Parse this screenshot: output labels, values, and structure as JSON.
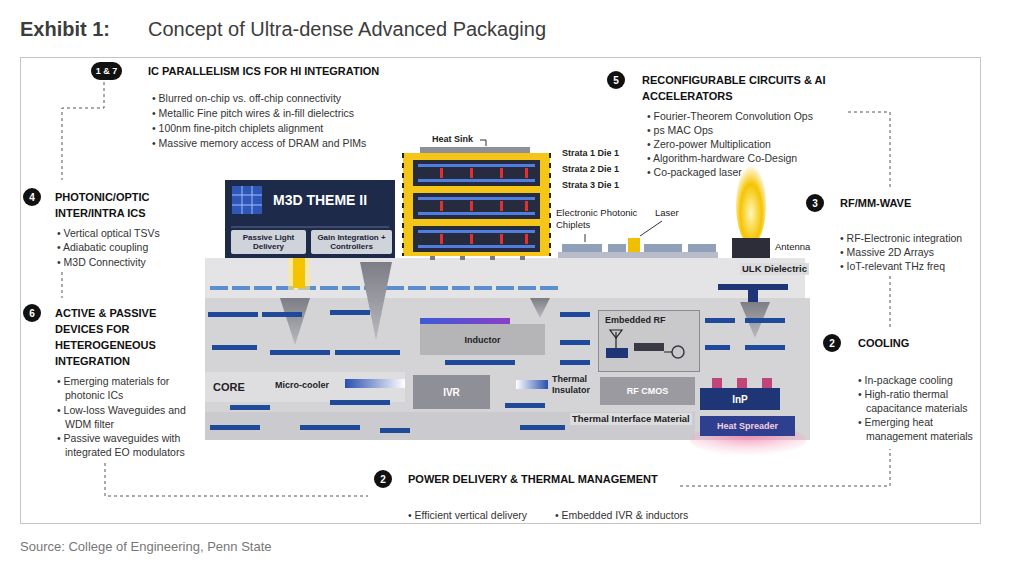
{
  "diagram": {
    "title": "Concept of Ultra-dense Advanced Packaging",
    "caption": "Source: College of Engineering, Penn State",
    "nodes": [
      {
        "text": [
          "1 & 7"
        ]
      },
      {
        "text": [
          "5"
        ]
      },
      {
        "text": [
          "4"
        ]
      },
      {
        "text": [
          "3"
        ]
      },
      {
        "text": [
          "6"
        ]
      },
      {
        "text": [
          "2"
        ]
      },
      {
        "text": [
          "2"
        ]
      },
      {
        "text": [
          "M3D THEME II"
        ]
      },
      {
        "text": [
          "Passive Light Delivery"
        ],
        "in": 7
      },
      {
        "text": [
          "Gain Integration + Controllers"
        ],
        "in": 7
      },
      {
        "text": [
          "Embedded RF"
        ]
      },
      {
        "text": [
          "Inductor"
        ]
      },
      {
        "text": [
          "IVR"
        ]
      },
      {
        "text": [
          "RF CMOS"
        ]
      },
      {
        "text": [
          "InP"
        ]
      },
      {
        "text": [
          "Heat Spreader"
        ]
      }
    ],
    "labels": [
      "Exhibit 1:",
      "IC PARALLELISM ICS FOR HI INTEGRATION",
      "• Blurred on-chip vs. off-chip connectivity",
      "• Metallic Fine pitch wires & in-fill dielectrics",
      "• 100nm fine-pitch chiplets alignment",
      "• Massive memory access of DRAM and PIMs",
      "RECONFIGURABLE CIRCUITS & AI ACCELERATORS",
      "• Fourier-Theorem Convolution Ops",
      "• ps MAC Ops",
      "• Zero-power Multiplication",
      "• Algorithm-hardware Co-Design",
      "• Co-packaged laser",
      "PHOTONIC/OPTIC INTER/INTRA ICS",
      "• Vertical optical TSVs",
      "• Adiabatic coupling",
      "• M3D Connectivity",
      "RF/MM-WAVE",
      "• RF-Electronic integration",
      "• Massive 2D Arrays",
      "• IoT-relevant THz freq",
      "ACTIVE & PASSIVE DEVICES FOR HETEROGENEOUS INTEGRATION",
      "• Emerging materials for photonic ICs",
      "• Low-loss Waveguides and WDM filter",
      "• Passive waveguides with integrated EO modulators",
      "COOLING",
      "• In-package cooling",
      "• High-ratio thermal capacitance materials",
      "• Emerging heat management materials",
      "POWER DELIVERY & THERMAL MANAGEMENT",
      "• Efficient vertical delivery",
      "• Embedded IVR & inductors",
      "Heat Sink",
      "Strata 1 Die 1",
      "Strata 2 Die 1",
      "Strata 3 Die 1",
      "Electronic Photonic Chiplets",
      "Laser",
      "Antenna",
      "ULK Dielectric",
      "CORE",
      "Micro-cooler",
      "Thermal Insulator",
      "Thermal Interface Material"
    ]
  }
}
